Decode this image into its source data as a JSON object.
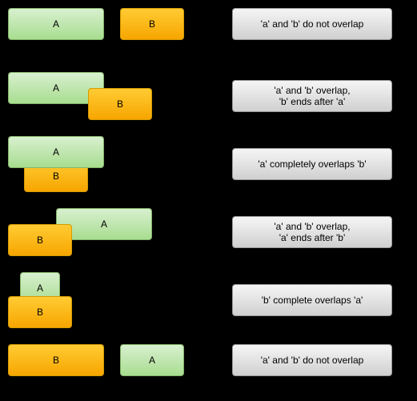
{
  "labels": {
    "a": "A",
    "b": "B"
  },
  "rows": [
    {
      "description": "'a' and 'b' do not overlap"
    },
    {
      "description": "'a' and 'b' overlap,\n'b' ends after 'a'"
    },
    {
      "description": "'a' completely overlaps 'b'"
    },
    {
      "description": "'a' and 'b' overlap,\n'a' ends after 'b'"
    },
    {
      "description": "'b' complete overlaps 'a'"
    },
    {
      "description": "'a' and 'b' do not overlap"
    }
  ],
  "colors": {
    "background": "#000000",
    "a_fill": "#a8dd90",
    "a_border": "#82b366",
    "b_fill": "#f7a500",
    "b_border": "#d79b00",
    "description_fill": "#d0d0d0",
    "description_border": "#999999"
  }
}
